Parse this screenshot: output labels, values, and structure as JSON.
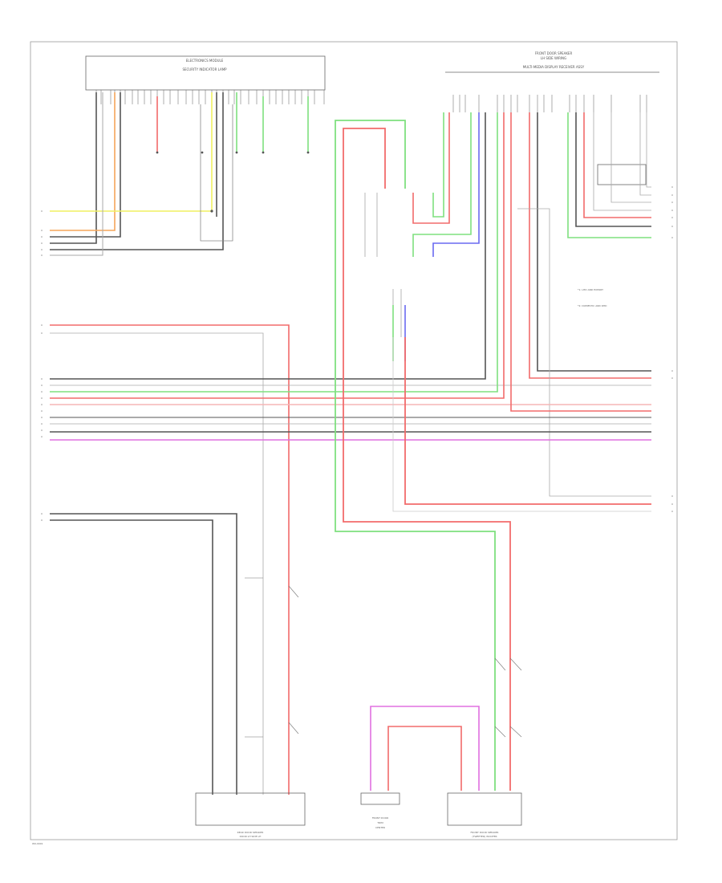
{
  "footer": {
    "code": "W0-0001"
  },
  "components": {
    "security_unit": {
      "line1": "ELECTRONICS MODULE",
      "line2": "SECURITY INDICATOR LAMP"
    },
    "front_door_speaker": {
      "line1": "FRONT DOOR SPEAKER",
      "line2": "LH SIDE WIRING",
      "line3": "MULTI-MEDIA DISPLAY RECEIVER ASSY"
    },
    "rear_door_speaker": {
      "line1": "REAR DOOR SPEAKER",
      "line2": "DOOR LH SIDE LH"
    },
    "front_trim": {
      "line1": "FRONT DOOR",
      "line2": "TRIM",
      "line3": "CENTER"
    },
    "front_tweeter": {
      "line1": "FRONT DOOR SPEAKER",
      "line2": "(TWEETER) WOOFER"
    },
    "connector_note": {
      "line1": "*1: LHD AND EXPORT",
      "line2": "*2: DOMESTIC AND RHD"
    }
  },
  "wire_colors": {
    "yellow": "#f0f060",
    "orange": "#f5a55a",
    "red": "#f26b6b",
    "green": "#7fe07f",
    "blue": "#6a6af0",
    "magenta": "#e070e0",
    "black": "#555555",
    "gray": "#aaaaaa",
    "pink": "#f5b5b5"
  }
}
